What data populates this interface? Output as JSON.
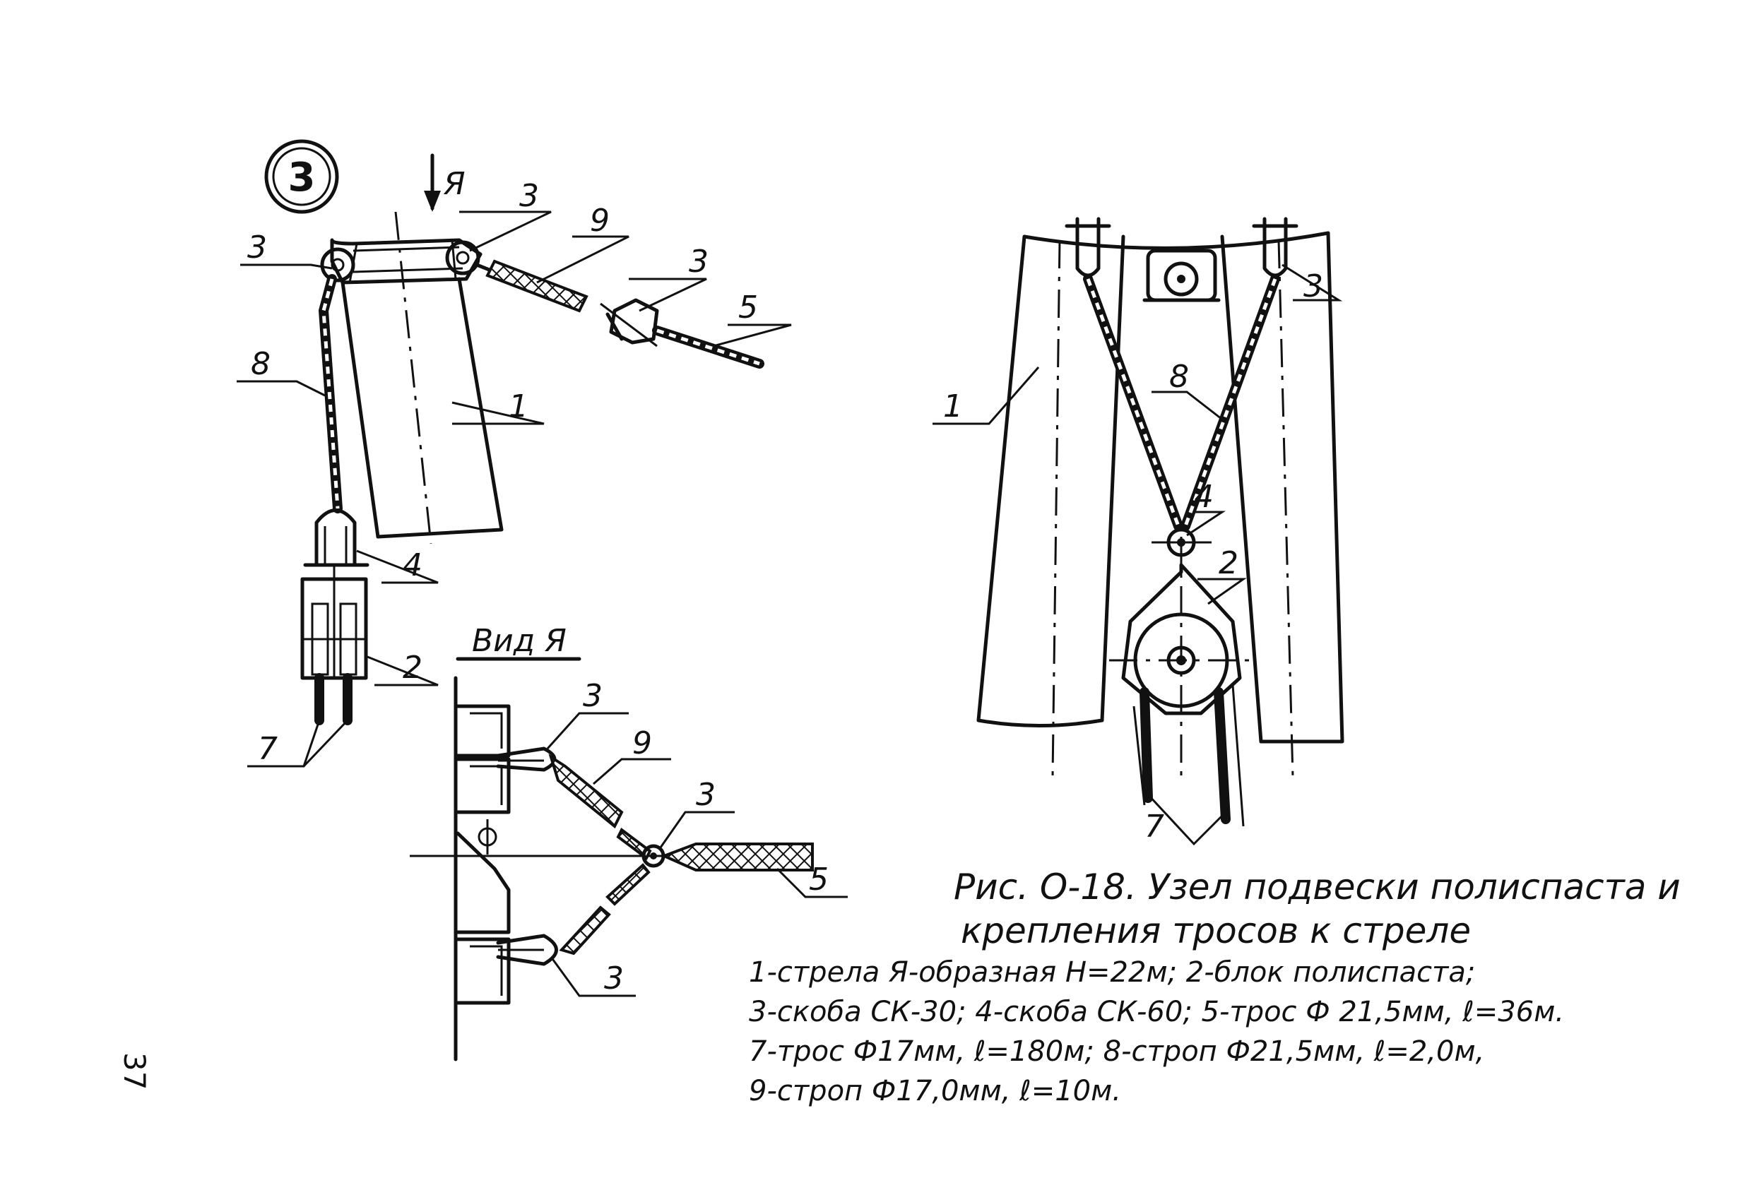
{
  "figure": {
    "node_number": "3",
    "view_arrow_label": "Я",
    "view_title": "Вид Я"
  },
  "labels": {
    "left": [
      "3",
      "3",
      "9",
      "3",
      "5",
      "8",
      "1",
      "4",
      "2",
      "7"
    ],
    "view": [
      "3",
      "9",
      "3",
      "5",
      "3"
    ],
    "front": [
      "1",
      "3",
      "8",
      "4",
      "2",
      "7"
    ]
  },
  "caption": {
    "title_line1": "Рис. О-18. Узел подвески полиспаста и",
    "title_line2": "крепления тросов к стреле",
    "legend": [
      "1-стрела Я-образная H=22м; 2-блок полиспаста;",
      "3-скоба СК-30; 4-скоба СК-60; 5-трос Ф 21,5мм, ℓ=36м.",
      "7-трос Ф17мм, ℓ=180м; 8-строп Ф21,5мм, ℓ=2,0м,",
      "9-строп Ф17,0мм, ℓ=10м."
    ]
  },
  "page_number": "37"
}
